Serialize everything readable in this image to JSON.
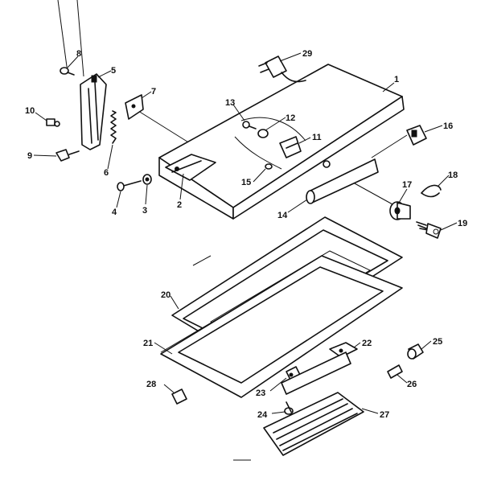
{
  "callouts": [
    {
      "id": "c1",
      "text": "1"
    },
    {
      "id": "c2",
      "text": "2"
    },
    {
      "id": "c3",
      "text": "3"
    },
    {
      "id": "c4",
      "text": "4"
    },
    {
      "id": "c5",
      "text": "5"
    },
    {
      "id": "c6",
      "text": "6"
    },
    {
      "id": "c7",
      "text": "7"
    },
    {
      "id": "c8",
      "text": "8"
    },
    {
      "id": "c9",
      "text": "9"
    },
    {
      "id": "c10",
      "text": "10"
    },
    {
      "id": "c11",
      "text": "11"
    },
    {
      "id": "c12",
      "text": "12"
    },
    {
      "id": "c13",
      "text": "13"
    },
    {
      "id": "c14",
      "text": "14"
    },
    {
      "id": "c15",
      "text": "15"
    },
    {
      "id": "c16",
      "text": "16"
    },
    {
      "id": "c17",
      "text": "17"
    },
    {
      "id": "c18",
      "text": "18"
    },
    {
      "id": "c19",
      "text": "19"
    },
    {
      "id": "c20",
      "text": "20"
    },
    {
      "id": "c21",
      "text": "21"
    },
    {
      "id": "c22",
      "text": "22"
    },
    {
      "id": "c23",
      "text": "23"
    },
    {
      "id": "c24",
      "text": "24"
    },
    {
      "id": "c25",
      "text": "25"
    },
    {
      "id": "c26",
      "text": "26"
    },
    {
      "id": "c27",
      "text": "27"
    },
    {
      "id": "c28",
      "text": "28"
    },
    {
      "id": "c29",
      "text": "29"
    }
  ]
}
